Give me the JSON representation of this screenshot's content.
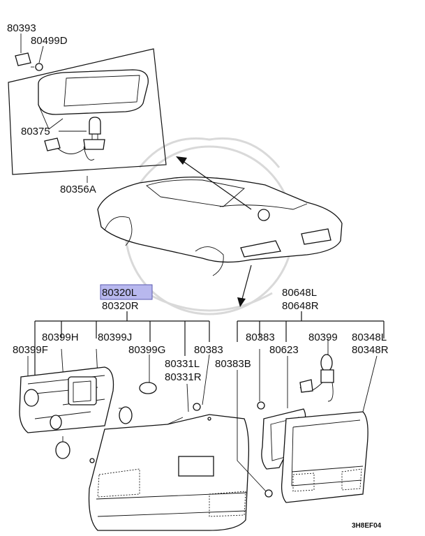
{
  "labels": {
    "p80393": "80393",
    "p80499D": "80499D",
    "p80375": "80375",
    "p80356A": "80356A",
    "p80320L": "80320L",
    "p80320R": "80320R",
    "p80648L": "80648L",
    "p80648R": "80648R",
    "p80399H": "80399H",
    "p80399J": "80399J",
    "p80399F": "80399F",
    "p80399G": "80399G",
    "p80383a": "80383",
    "p80331L": "80331L",
    "p80331R": "80331R",
    "p80383b": "80383",
    "p80623": "80623",
    "p80399": "80399",
    "p80348L": "80348L",
    "p80348R": "80348R",
    "p80383B": "80383B"
  },
  "diagram_code": "3H8EF04",
  "colors": {
    "highlight": "#b8b8ee",
    "line": "#111111",
    "watermark": "#d9d9d9"
  }
}
